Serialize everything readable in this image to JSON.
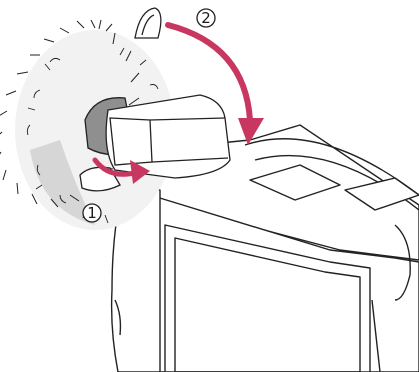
{
  "figure": {
    "subject": "camcorder-with-windscreen-and-viewfinder",
    "steps": [
      {
        "number": "1",
        "arrow_color": "#c8375f"
      },
      {
        "number": "2",
        "arrow_color": "#c8375f"
      }
    ]
  },
  "colors": {
    "line": "#222222",
    "fur_shadow": "#d6d6d6",
    "fur_light": "#f2f2f2",
    "accent_arrow": "#c8375f",
    "background": "#ffffff"
  }
}
